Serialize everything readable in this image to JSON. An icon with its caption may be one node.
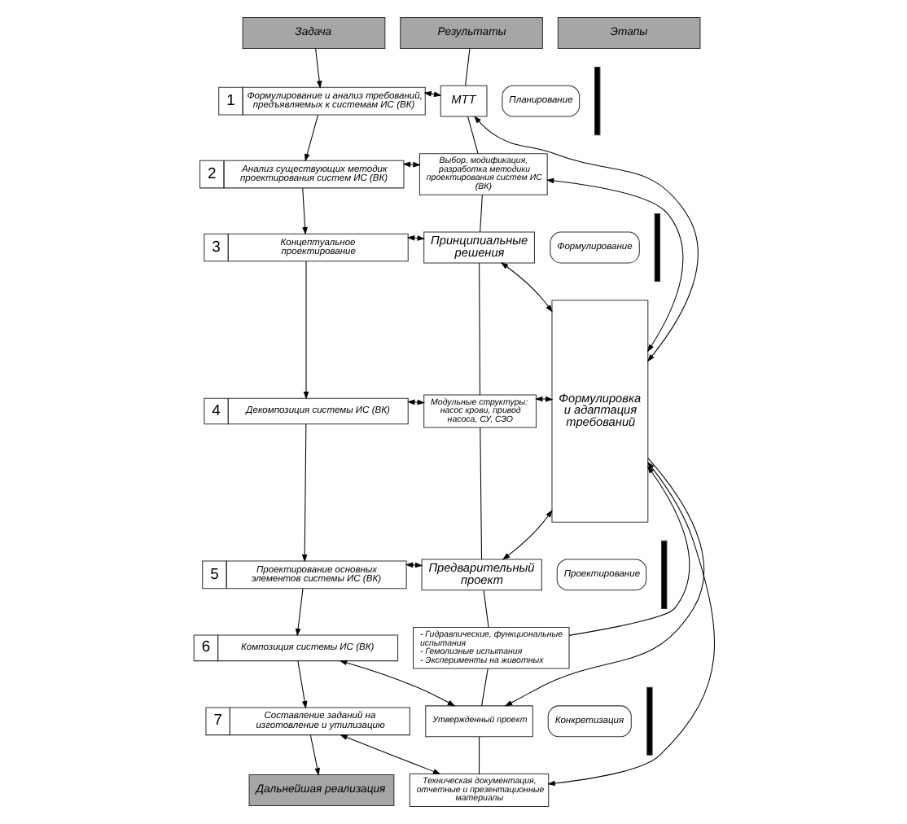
{
  "diagram": {
    "nodes": [
      {
        "text": [
          "Задача"
        ]
      },
      {
        "text": [
          "Результаты"
        ]
      },
      {
        "text": [
          "Этапы"
        ]
      },
      {
        "text": [
          "1",
          "Формулирование и анализ требований, предъявляемых к системам ИС (ВК)"
        ]
      },
      {
        "text": [
          "2",
          "Анализ существующих методик проектирования систем ИС (ВК)"
        ]
      },
      {
        "text": [
          "3",
          "Концептуальное проектирование"
        ]
      },
      {
        "text": [
          "4",
          "Декомпозиция системы ИС (ВК)"
        ]
      },
      {
        "text": [
          "5",
          "Проектирование основных элементов системы ИС (ВК)"
        ]
      },
      {
        "text": [
          "6",
          "Композиция системы ИС (ВК)"
        ]
      },
      {
        "text": [
          "7",
          "Составление заданий на изготовление и утилизацию"
        ]
      },
      {
        "text": [
          "Дальнейшая реализация"
        ]
      },
      {
        "text": [
          "МТТ"
        ]
      },
      {
        "text": [
          "Выбор, модификация, разработка методики проектирования систем ИС (ВК)"
        ]
      },
      {
        "text": [
          "Принципиальные решения"
        ]
      },
      {
        "text": [
          "Модульные структуры: насос крови, привод насоса, СУ, СЗО"
        ]
      },
      {
        "text": [
          "Предварительный проект"
        ]
      },
      {
        "text": [
          "- Гидравлические, функциональные испытания",
          "- Гемолизные испытания",
          "- Эксперименты на животных"
        ]
      },
      {
        "text": [
          "Утвержденный проект"
        ]
      },
      {
        "text": [
          "Техническая документация, отчетные и презентационные материалы"
        ]
      },
      {
        "text": [
          "Формулировка и адаптация требований"
        ]
      },
      {
        "text": [
          "Планирование"
        ]
      },
      {
        "text": [
          "Формулирование"
        ]
      },
      {
        "text": [
          "Проектирование"
        ]
      },
      {
        "text": [
          "Конкретизация"
        ]
      },
      {
        "text": [],
        "shape": "bar"
      },
      {
        "text": [],
        "shape": "bar"
      },
      {
        "text": [],
        "shape": "bar"
      },
      {
        "text": [],
        "shape": "bar"
      }
    ],
    "edges": [
      {
        "from": 0,
        "to": 3,
        "arrow": "to"
      },
      {
        "from": 3,
        "to": 4,
        "arrow": "to"
      },
      {
        "from": 4,
        "to": 5,
        "arrow": "to"
      },
      {
        "from": 5,
        "to": 6,
        "arrow": "to"
      },
      {
        "from": 6,
        "to": 7,
        "arrow": "to"
      },
      {
        "from": 7,
        "to": 8,
        "arrow": "to"
      },
      {
        "from": 8,
        "to": 9,
        "arrow": "to"
      },
      {
        "from": 9,
        "to": 10,
        "arrow": "to"
      },
      {
        "from": 3,
        "to": 11,
        "arrow": "both"
      },
      {
        "from": 4,
        "to": 12,
        "arrow": "both"
      },
      {
        "from": 5,
        "to": 13,
        "arrow": "both"
      },
      {
        "from": 6,
        "to": 14,
        "arrow": "both"
      },
      {
        "from": 7,
        "to": 15,
        "arrow": "both"
      },
      {
        "from": 8,
        "to": 17,
        "arrow": "both"
      },
      {
        "from": 9,
        "to": 18,
        "arrow": "both"
      },
      {
        "from": 1,
        "to": 11,
        "arrow": "none"
      },
      {
        "from": 11,
        "to": 12,
        "arrow": "none"
      },
      {
        "from": 12,
        "to": 13,
        "arrow": "none"
      },
      {
        "from": 13,
        "to": 14,
        "arrow": "none"
      },
      {
        "from": 14,
        "to": 15,
        "arrow": "none"
      },
      {
        "from": 15,
        "to": 16,
        "arrow": "none"
      },
      {
        "from": 16,
        "to": 17,
        "arrow": "none"
      },
      {
        "from": 17,
        "to": 18,
        "arrow": "none"
      },
      {
        "from": 11,
        "to": 19,
        "arrow": "both"
      },
      {
        "from": 12,
        "to": 19,
        "arrow": "both"
      },
      {
        "from": 13,
        "to": 19,
        "arrow": "both"
      },
      {
        "from": 14,
        "to": 19,
        "arrow": "both"
      },
      {
        "from": 15,
        "to": 19,
        "arrow": "both"
      },
      {
        "from": 16,
        "to": 19,
        "arrow": "to"
      },
      {
        "from": 19,
        "to": 17,
        "arrow": "to"
      },
      {
        "from": 18,
        "to": 19,
        "arrow": "both"
      }
    ]
  }
}
